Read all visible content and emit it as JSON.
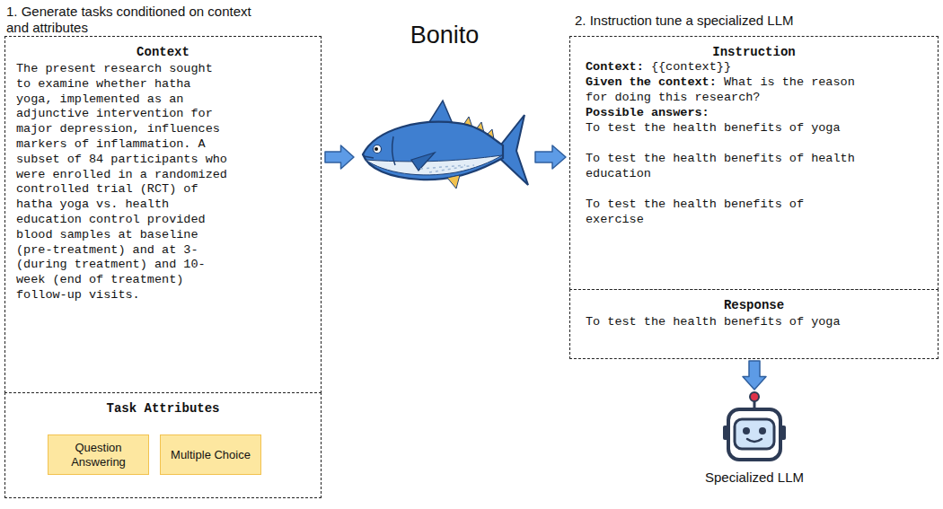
{
  "diagram": {
    "nodes": [
      {
        "text": [
          "Context",
          "The present research sought to examine whether hatha yoga, implemented as an adjunctive intervention for major depression, influences markers of inflammation. A subset of 84 participants who were enrolled in a randomized controlled trial (RCT) of hatha yoga vs. health education control provided blood samples at baseline (pre-treatment) and at 3-(during treatment) and 10-week (end of treatment) follow-up visits."
        ]
      },
      {
        "text": [
          "Task Attributes"
        ]
      },
      {
        "text": [
          "Question Answering"
        ],
        "in": 1
      },
      {
        "text": [
          "Multiple Choice"
        ],
        "in": 1
      },
      {
        "text": [
          "Instruction",
          "Context:",
          "{{context}}",
          "Given the context:",
          "What is the reason for doing this research?",
          "Possible answers:",
          "To test the health benefits of yoga",
          "To test the health benefits of health education",
          "To test the health benefits of exercise"
        ]
      },
      {
        "text": [
          "Response",
          "To test the health benefits of yoga"
        ]
      },
      {
        "text": [
          "Bonito"
        ]
      },
      {
        "text": [
          "Specialized LLM"
        ]
      }
    ],
    "edges": [
      {
        "from": 0,
        "to": 6,
        "arrow": "to"
      },
      {
        "from": 6,
        "to": 4,
        "arrow": "to"
      },
      {
        "from": 5,
        "to": 7,
        "arrow": "to"
      }
    ],
    "labels": [
      "1. Generate tasks conditioned on context and attributes",
      "2. Instruction tune a specialized LLM"
    ]
  }
}
